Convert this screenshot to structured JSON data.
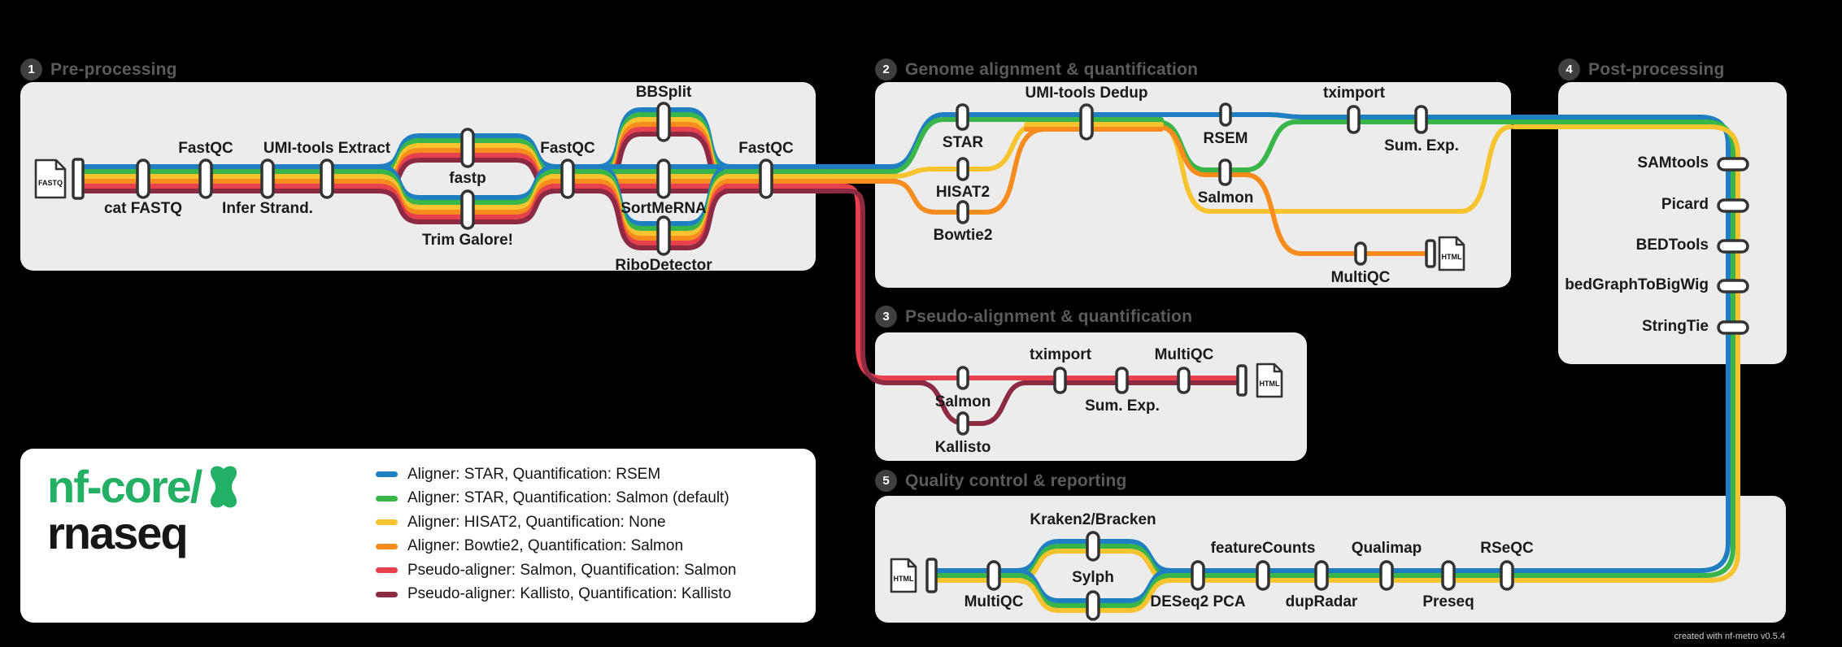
{
  "colors": {
    "blue": "#1f7fc0",
    "green": "#39b54a",
    "yellow": "#f7c32e",
    "orange": "#f68b1e",
    "red": "#e8414e",
    "maroon": "#8c2943",
    "brand_green": "#24b064"
  },
  "sections": {
    "pre": {
      "num": "1",
      "title": "Pre-processing"
    },
    "genome": {
      "num": "2",
      "title": "Genome alignment & quantification"
    },
    "pseudo": {
      "num": "3",
      "title": "Pseudo-alignment & quantification"
    },
    "post": {
      "num": "4",
      "title": "Post-processing"
    },
    "qc": {
      "num": "5",
      "title": "Quality control & reporting"
    }
  },
  "files": {
    "fastq": "FASTQ",
    "html": "HTML"
  },
  "pre": {
    "cat_fastq": "cat FASTQ",
    "fastqc1": "FastQC",
    "infer_strand": "Infer Strand.",
    "umi_extract": "UMI-tools Extract",
    "fastp": "fastp",
    "trim_galore": "Trim Galore!",
    "fastqc2": "FastQC",
    "bbsplit": "BBSplit",
    "sortmerna": "SortMeRNA",
    "ribodetector": "RiboDetector",
    "fastqc3": "FastQC"
  },
  "genome": {
    "star": "STAR",
    "hisat2": "HISAT2",
    "bowtie2": "Bowtie2",
    "umi_dedup": "UMI-tools Dedup",
    "rsem": "RSEM",
    "salmon": "Salmon",
    "tximport": "tximport",
    "sum_exp": "Sum. Exp.",
    "multiqc": "MultiQC"
  },
  "pseudo": {
    "salmon": "Salmon",
    "kallisto": "Kallisto",
    "tximport": "tximport",
    "sum_exp": "Sum. Exp.",
    "multiqc": "MultiQC"
  },
  "post": {
    "samtools": "SAMtools",
    "picard": "Picard",
    "bedtools": "BEDTools",
    "bedgraphtobigwig": "bedGraphToBigWig",
    "stringtie": "StringTie"
  },
  "qc": {
    "multiqc": "MultiQC",
    "kraken": "Kraken2/Bracken",
    "sylph": "Sylph",
    "deseq2": "DESeq2 PCA",
    "featurecounts": "featureCounts",
    "dupradar": "dupRadar",
    "qualimap": "Qualimap",
    "preseq": "Preseq",
    "rseqc": "RSeQC"
  },
  "legend": {
    "brand_top": "nf-core/",
    "brand_bottom": "rnaseq",
    "items": [
      {
        "color": "#1f7fc0",
        "label": "Aligner: STAR, Quantification: RSEM"
      },
      {
        "color": "#39b54a",
        "label": "Aligner: STAR, Quantification: Salmon (default)"
      },
      {
        "color": "#f7c32e",
        "label": "Aligner: HISAT2, Quantification: None"
      },
      {
        "color": "#f68b1e",
        "label": "Aligner: Bowtie2, Quantification: Salmon"
      },
      {
        "color": "#e8414e",
        "label": "Pseudo-aligner: Salmon, Quantification: Salmon"
      },
      {
        "color": "#8c2943",
        "label": "Pseudo-aligner: Kallisto, Quantification: Kallisto"
      }
    ]
  },
  "footer": "created with nf-metro v0.5.4"
}
